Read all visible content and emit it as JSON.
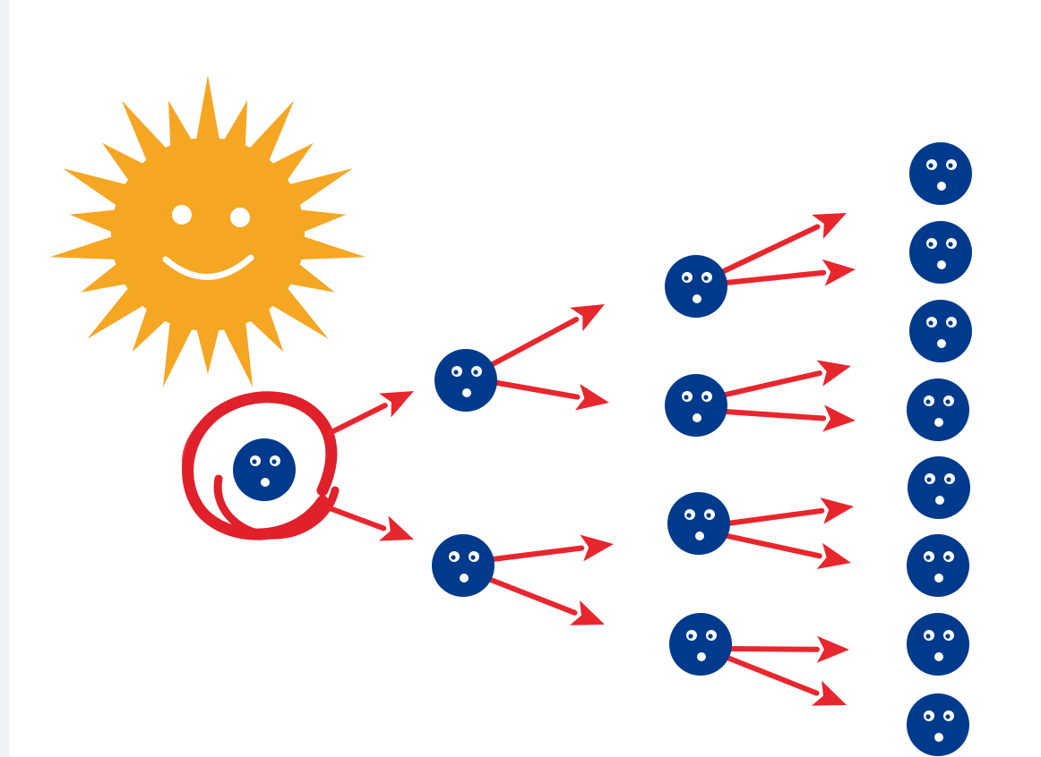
{
  "diagram": {
    "description_free": true,
    "colors": {
      "sun": "#f5a623",
      "sun_face": "#ffffff",
      "molecule": "#003a8c",
      "molecule_features": "#ffffff",
      "arrow": "#e8262d",
      "swirl": "#e0202a",
      "left_edge": "#eef2f6"
    },
    "icons": {
      "sun": "smiling-sun-icon",
      "molecule": "face-molecule-icon",
      "swirl": "spiral-swirl-icon",
      "arrow": "red-arrow-icon"
    },
    "generations": [
      {
        "level": 1,
        "molecule_count": 1
      },
      {
        "level": 2,
        "molecule_count": 2
      },
      {
        "level": 3,
        "molecule_count": 4
      },
      {
        "level": 4,
        "molecule_count": 8
      }
    ]
  }
}
